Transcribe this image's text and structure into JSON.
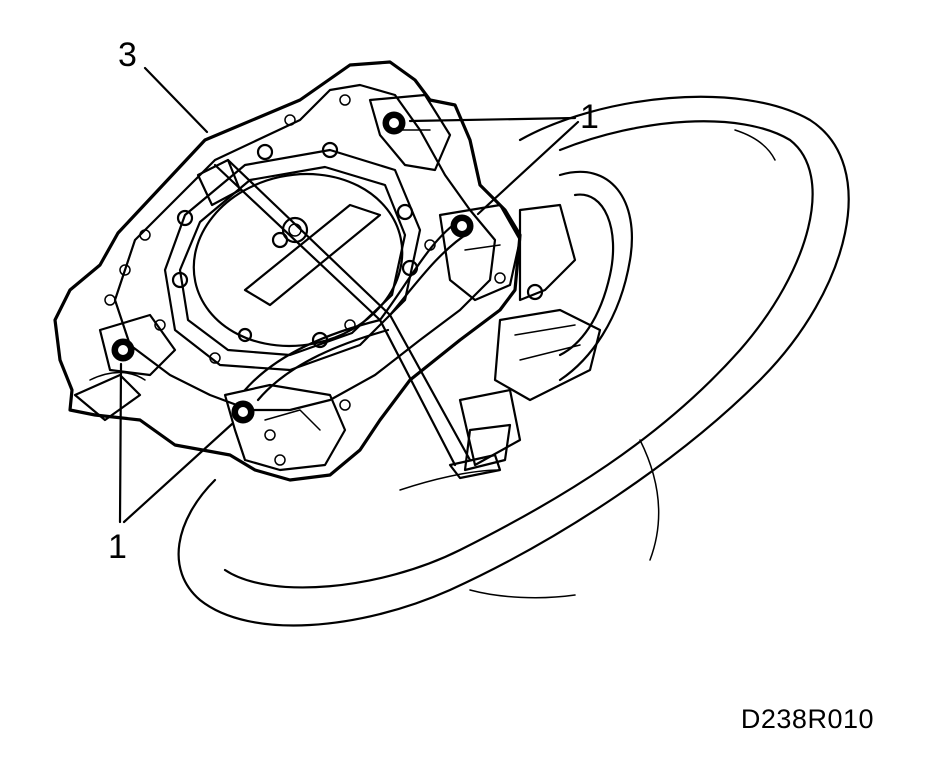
{
  "callouts": {
    "label_3": "3",
    "label_1_top": "1",
    "label_1_bottom": "1"
  },
  "figure_code": "D238R010",
  "colors": {
    "ink": "#000000",
    "paper": "#ffffff"
  }
}
